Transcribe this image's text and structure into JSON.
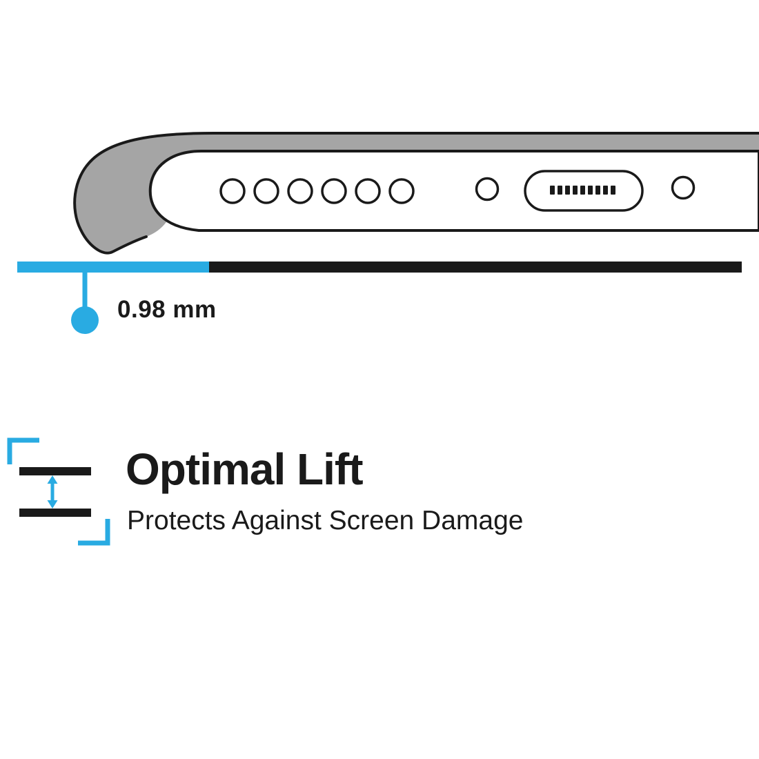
{
  "colors": {
    "accent": "#29abe2",
    "ink": "#1a1a1a",
    "case_gray": "#a5a5a5"
  },
  "measurement": {
    "label": "0.98 mm"
  },
  "feature": {
    "title": "Optimal Lift",
    "subtitle": "Protects Against Screen Damage"
  },
  "illustration": {
    "description": "side-view-of-phone-bottom-edge-in-case",
    "speaker_hole_count": 6,
    "port_pin_count": 9
  }
}
